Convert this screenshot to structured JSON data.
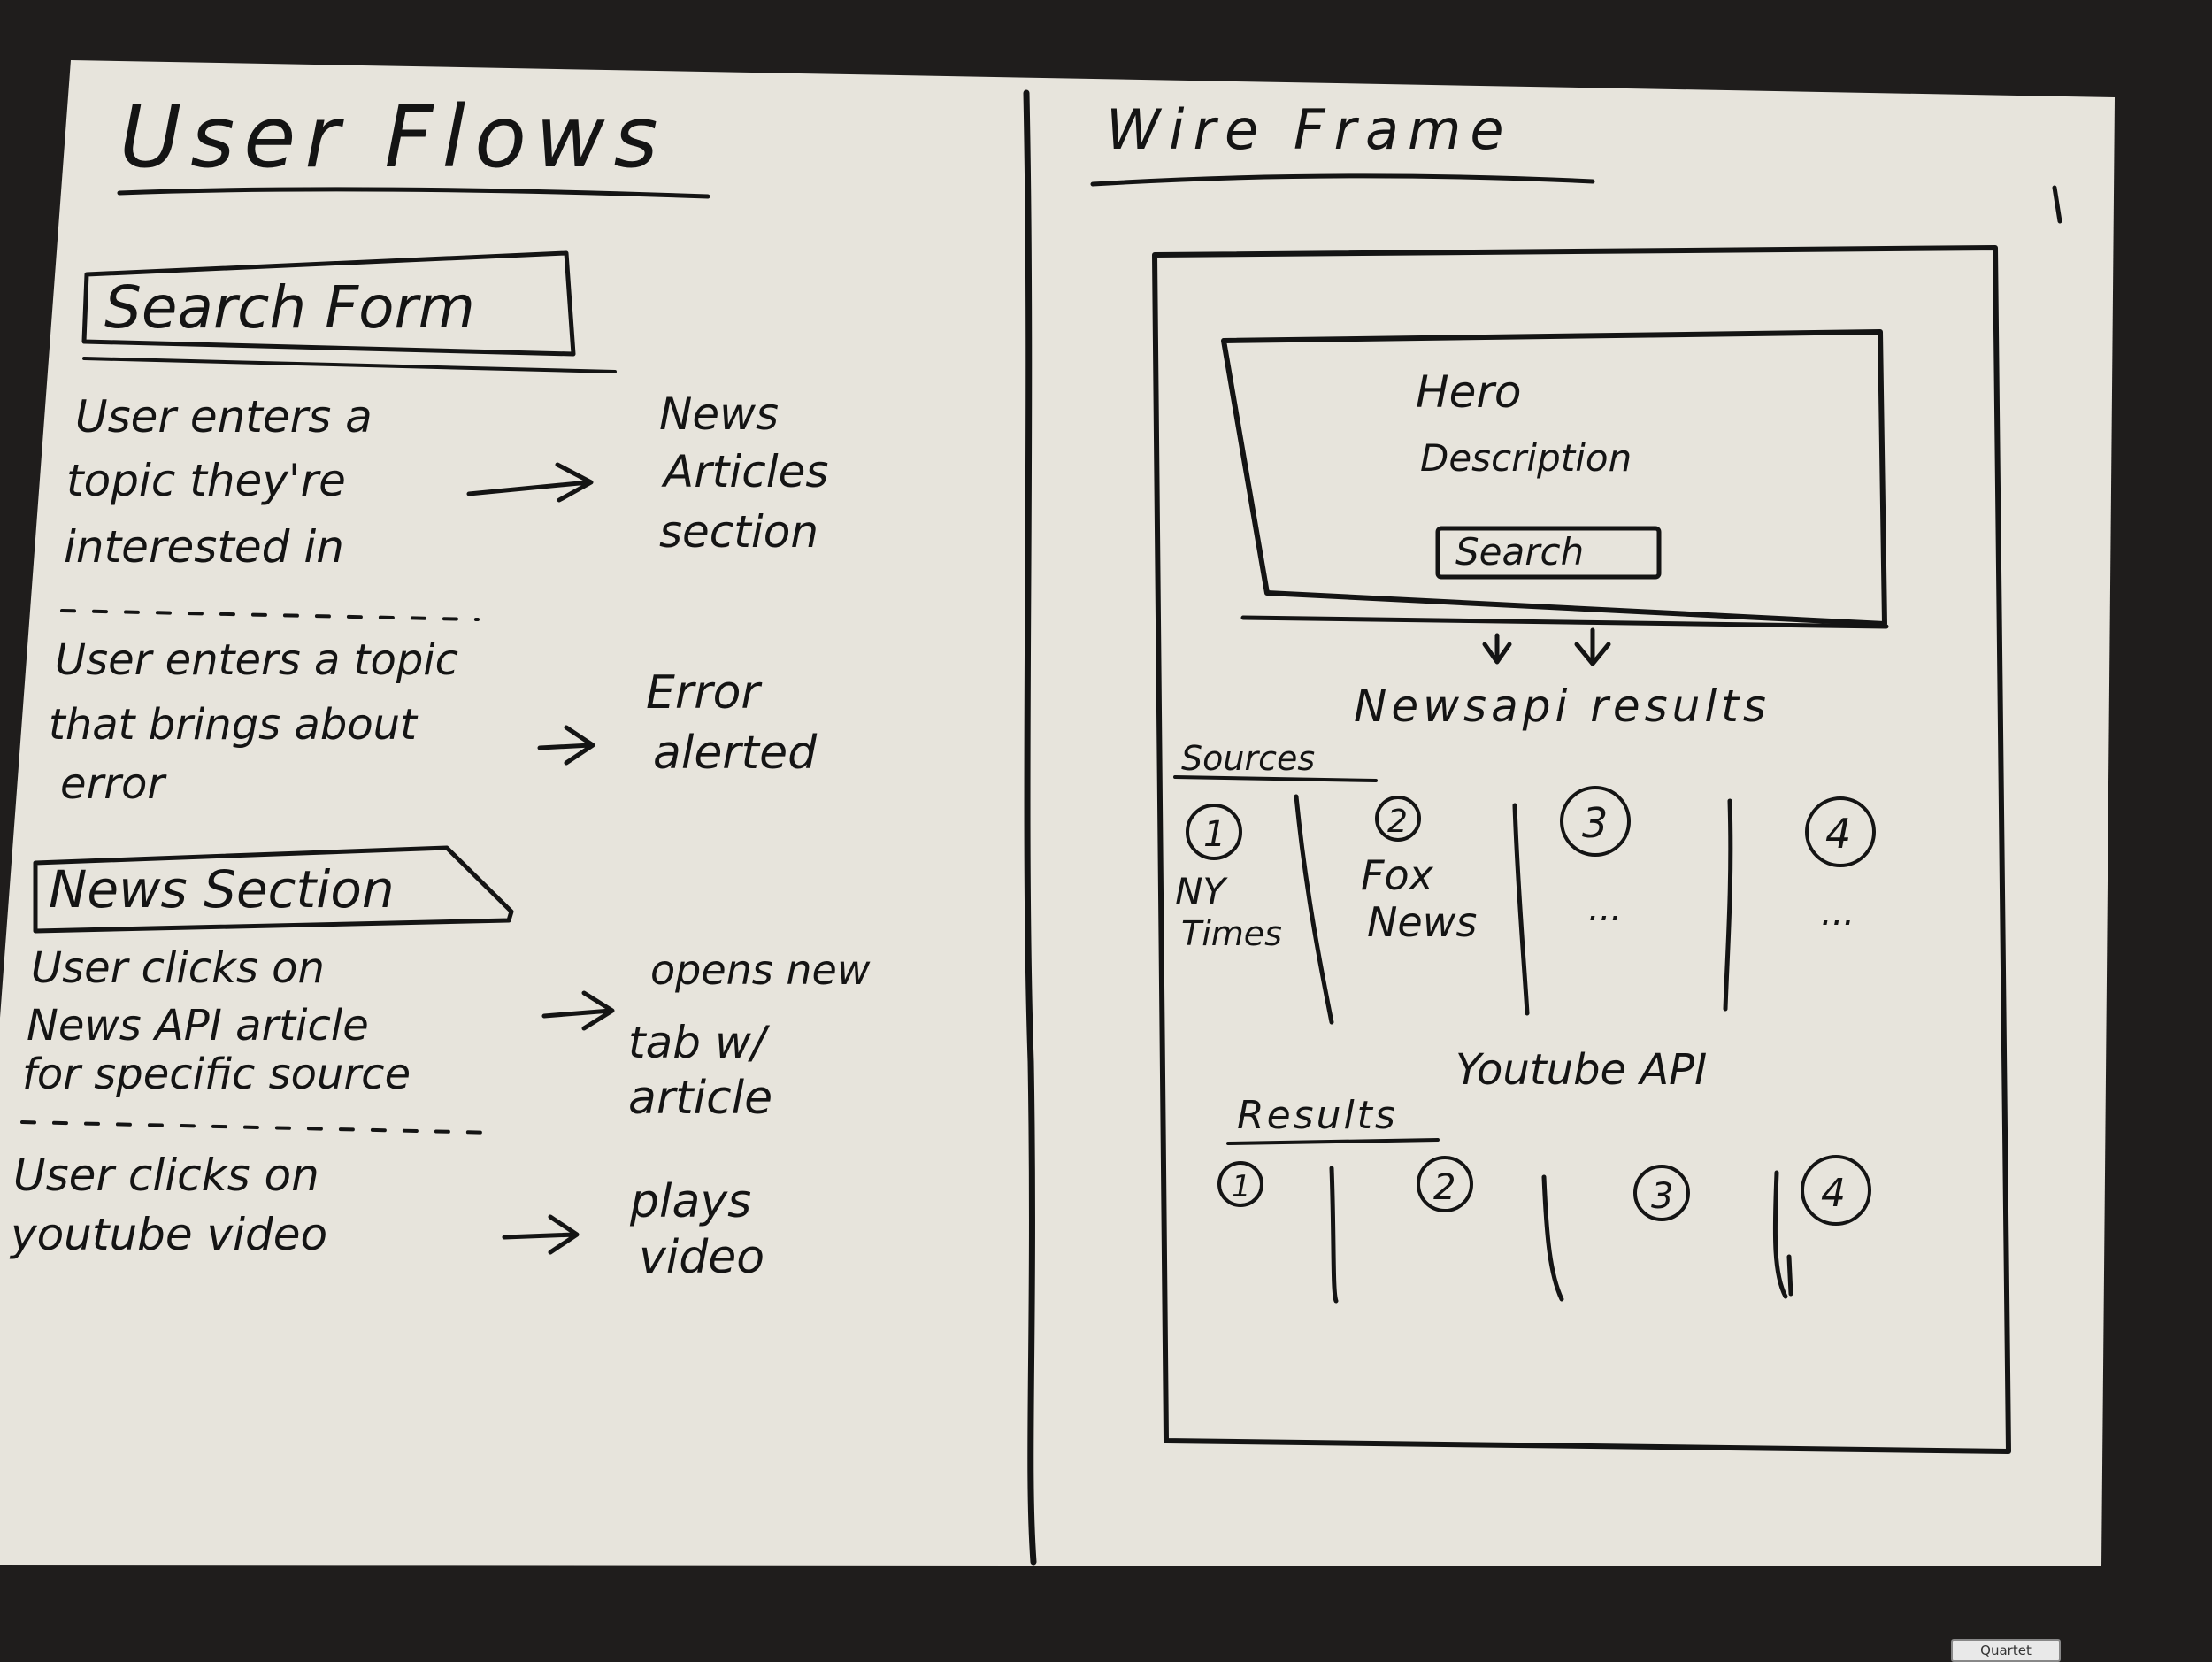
{
  "user_flows": {
    "title": "User Flows",
    "search_form": {
      "heading": "Search Form",
      "flow1": {
        "action": [
          "User enters a",
          "topic they're",
          "interested in"
        ],
        "result": [
          "News",
          "Articles",
          "section"
        ]
      },
      "flow2": {
        "action": [
          "User enters a topic",
          "that brings about",
          "error"
        ],
        "result": [
          "Error",
          "alerted"
        ]
      }
    },
    "news_section": {
      "heading": "News Section",
      "flow1": {
        "action": [
          "User clicks on",
          "News API article",
          "for specific source"
        ],
        "result": [
          "opens new",
          "tab w/",
          "article"
        ]
      },
      "flow2": {
        "action": [
          "User clicks on",
          "youtube video"
        ],
        "result": [
          "plays",
          "video"
        ]
      }
    }
  },
  "wire_frame": {
    "title": "Wire Frame",
    "hero": {
      "title": "Hero",
      "description": "Description",
      "search_button": "Search"
    },
    "newsapi": {
      "label": "Newsapi results",
      "sources_label": "Sources",
      "columns": [
        {
          "number": "1",
          "lines": [
            "NY",
            "Times"
          ]
        },
        {
          "number": "2",
          "lines": [
            "Fox",
            "News"
          ]
        },
        {
          "number": "3",
          "lines": [
            "..."
          ]
        },
        {
          "number": "4",
          "lines": [
            "..."
          ]
        }
      ]
    },
    "youtube": {
      "label": "Youtube API",
      "results_label": "Results",
      "columns": [
        "1",
        "2",
        "3",
        "4"
      ]
    }
  },
  "board_brand": "Quartet"
}
